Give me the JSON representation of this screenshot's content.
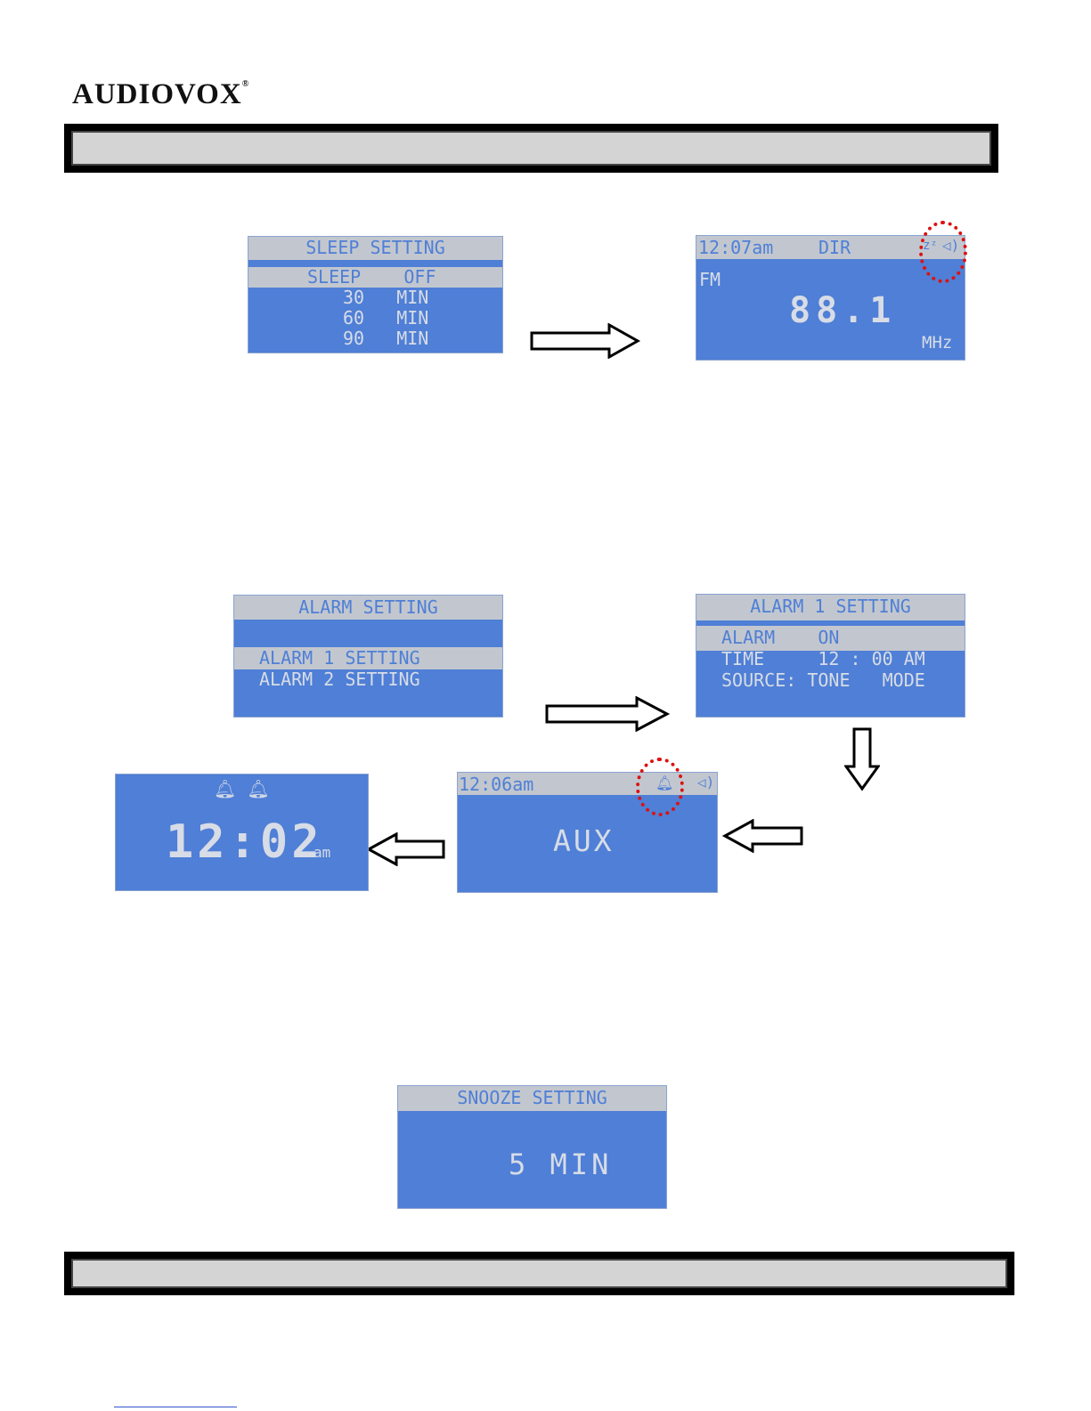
{
  "brand": {
    "logo": "AUDIOVOX"
  },
  "sleep_menu": {
    "title": "SLEEP SETTING",
    "selected": "SLEEP    OFF",
    "options": [
      "30   MIN",
      "60   MIN",
      "90   MIN"
    ]
  },
  "fm_screen": {
    "time": "12:07am",
    "mode": "DIR",
    "band": "FM",
    "frequency": "88.1",
    "unit": "MHz"
  },
  "alarm_menu": {
    "title": "ALARM SETTING",
    "selected": "ALARM 1 SETTING",
    "other": "ALARM 2 SETTING"
  },
  "alarm1_menu": {
    "title": "ALARM 1 SETTING",
    "selected": "ALARM    ON",
    "time_row": "TIME     12 : 00 AM",
    "source_row": "SOURCE: TONE   MODE"
  },
  "aux_screen": {
    "time": "12:06am",
    "source": "AUX"
  },
  "clock_screen": {
    "time": "12:02",
    "ampm": "am"
  },
  "snooze_menu": {
    "title": "SNOOZE SETTING",
    "value": "5 MIN"
  },
  "colors": {
    "lcd_blue": "#4f7fd6",
    "lcd_header": "#c2c7cf",
    "highlight_ring": "#dd1111"
  }
}
